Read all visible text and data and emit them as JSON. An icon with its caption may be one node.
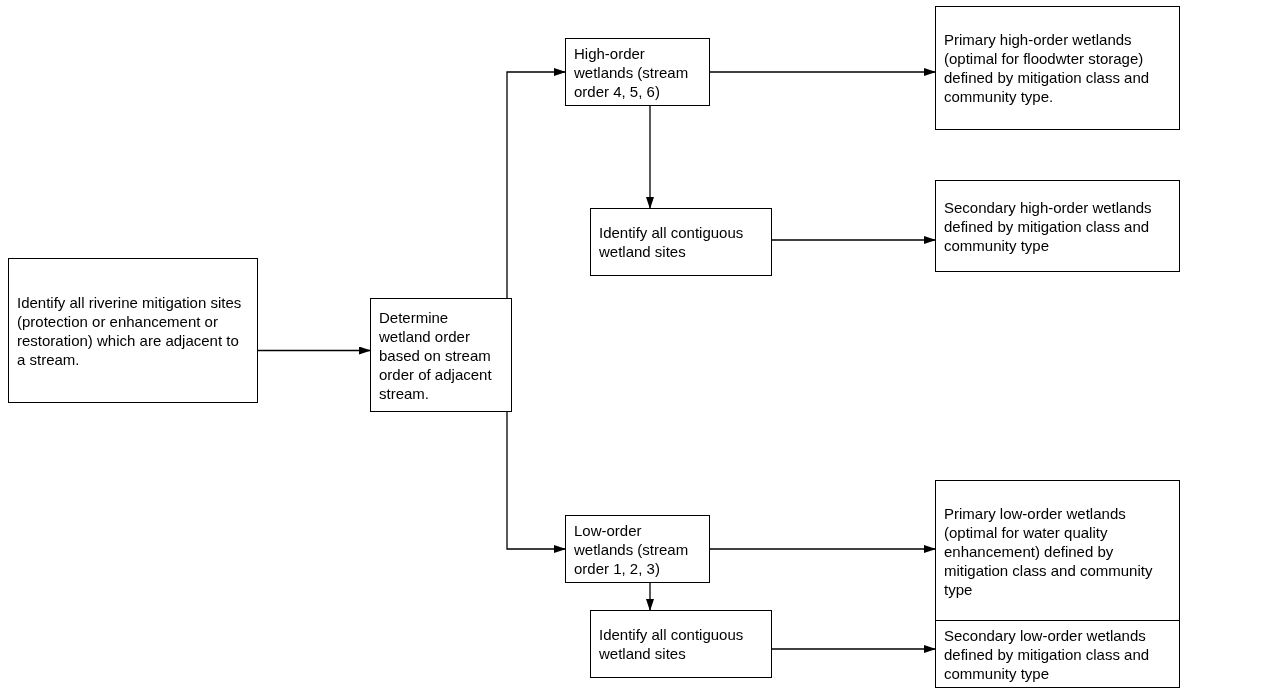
{
  "diagram": {
    "nodes": [
      {
        "text": [
          "Identify all riverine mitigation sites (protection or enhancement or restoration) which are adjacent to a stream."
        ]
      },
      {
        "text": [
          "Determine wetland order based on stream order of adjacent stream."
        ]
      },
      {
        "text": [
          "High-order wetlands (stream order 4, 5, 6)"
        ]
      },
      {
        "text": [
          "Primary high-order wetlands (optimal for floodwter storage) defined by mitigation class and community type."
        ]
      },
      {
        "text": [
          "Identify all contiguous wetland sites"
        ]
      },
      {
        "text": [
          "Secondary high-order wetlands defined by mitigation class and community type"
        ]
      },
      {
        "text": [
          "Low-order wetlands (stream order 1, 2, 3)"
        ]
      },
      {
        "text": [
          "Primary low-order wetlands (optimal for water quality enhancement) defined by mitigation class and community type"
        ]
      },
      {
        "text": [
          "Identify all contiguous wetland sites"
        ]
      },
      {
        "text": [
          "Secondary low-order wetlands defined by mitigation class and community type"
        ]
      }
    ],
    "edges": [
      {
        "from": 0,
        "to": 1,
        "arrow": "to"
      },
      {
        "from": 1,
        "to": 2,
        "arrow": "to"
      },
      {
        "from": 1,
        "to": 6,
        "arrow": "to"
      },
      {
        "from": 2,
        "to": 3,
        "arrow": "to"
      },
      {
        "from": 2,
        "to": 4,
        "arrow": "to"
      },
      {
        "from": 4,
        "to": 5,
        "arrow": "to"
      },
      {
        "from": 6,
        "to": 7,
        "arrow": "to"
      },
      {
        "from": 6,
        "to": 8,
        "arrow": "to"
      },
      {
        "from": 8,
        "to": 9,
        "arrow": "to"
      }
    ]
  }
}
